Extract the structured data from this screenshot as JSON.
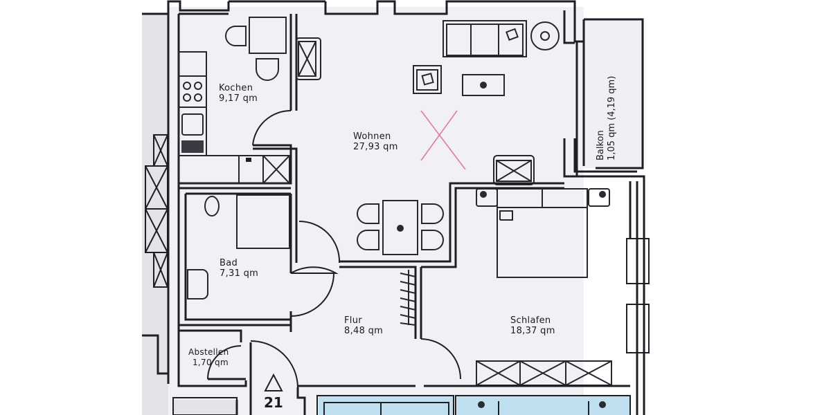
{
  "plan": {
    "type": "apartment-floor-plan",
    "unit_number": "21",
    "area_unit": "qm",
    "rooms": [
      {
        "name": "Kochen",
        "area": "9,17 qm"
      },
      {
        "name": "Wohnen",
        "area": "27,93 qm"
      },
      {
        "name": "Balkon",
        "area": "1,05 qm (4,19 qm)"
      },
      {
        "name": "Bad",
        "area": "7,31 qm"
      },
      {
        "name": "Flur",
        "area": "8,48 qm"
      },
      {
        "name": "Schlafen",
        "area": "18,37 qm"
      },
      {
        "name": "Abstellen",
        "area": "1,70 qm"
      }
    ],
    "annotations": [
      {
        "type": "pink-x-mark",
        "room": "Wohnen",
        "color": "#e07a9a"
      }
    ],
    "colors": {
      "background": "#ffffff",
      "room_fill": "#f1f1f5",
      "neighbor_fill": "#e6e2ea",
      "neighbor_blue": "#bfe0ee",
      "line": "#1e1e24",
      "mark": "#e07a9a"
    }
  }
}
